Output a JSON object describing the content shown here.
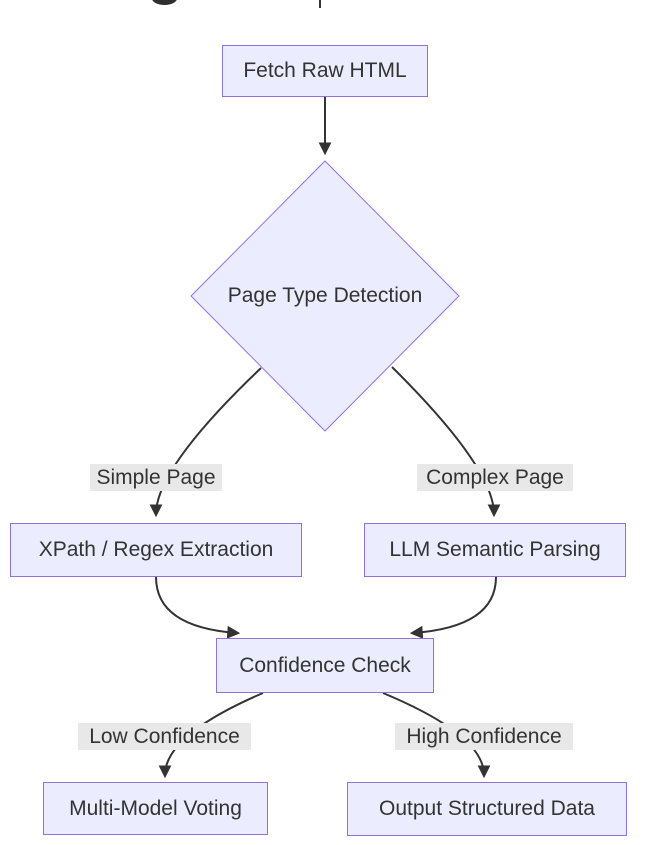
{
  "diagram": {
    "type": "flowchart",
    "direction": "top-down",
    "nodes": [
      {
        "id": "fetch",
        "label": "Fetch Raw HTML",
        "shape": "rect"
      },
      {
        "id": "detect",
        "label": "Page Type Detection",
        "shape": "diamond"
      },
      {
        "id": "xpath",
        "label": "XPath / Regex Extraction",
        "shape": "rect"
      },
      {
        "id": "llm",
        "label": "LLM Semantic Parsing",
        "shape": "rect"
      },
      {
        "id": "confidence",
        "label": "Confidence Check",
        "shape": "rect"
      },
      {
        "id": "voting",
        "label": "Multi-Model Voting",
        "shape": "rect"
      },
      {
        "id": "output",
        "label": "Output Structured Data",
        "shape": "rect"
      }
    ],
    "edges": [
      {
        "from": "fetch",
        "to": "detect",
        "label": ""
      },
      {
        "from": "detect",
        "to": "xpath",
        "label": "Simple Page"
      },
      {
        "from": "detect",
        "to": "llm",
        "label": "Complex Page"
      },
      {
        "from": "xpath",
        "to": "confidence",
        "label": ""
      },
      {
        "from": "llm",
        "to": "confidence",
        "label": ""
      },
      {
        "from": "confidence",
        "to": "voting",
        "label": "Low Confidence"
      },
      {
        "from": "confidence",
        "to": "output",
        "label": "High Confidence"
      }
    ],
    "colors": {
      "node_fill": "#ECECFF",
      "node_border": "#9370DB",
      "edge_stroke": "#333333",
      "edge_label_bg": "#e8e8e8",
      "text": "#333333",
      "background": "#ffffff"
    }
  }
}
